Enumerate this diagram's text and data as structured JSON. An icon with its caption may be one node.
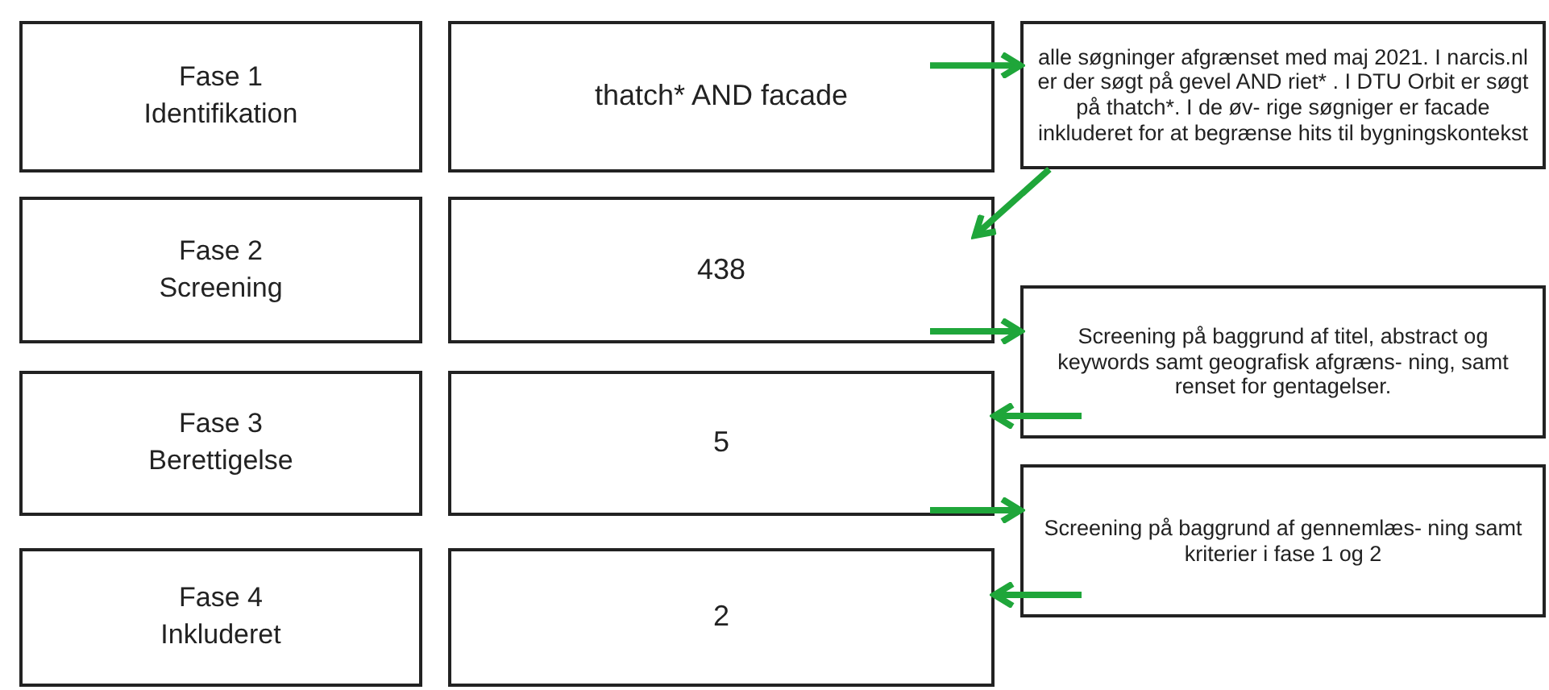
{
  "diagram": {
    "nodes": [
      {
        "text": [
          "Fase 1",
          "Identifikation"
        ]
      },
      {
        "text": [
          "thatch* AND facade"
        ]
      },
      {
        "text": [
          "Fase 2",
          "Screening"
        ]
      },
      {
        "text": [
          "438"
        ]
      },
      {
        "text": [
          "Fase 3",
          "Berettigelse"
        ]
      },
      {
        "text": [
          "5"
        ]
      },
      {
        "text": [
          "Fase 4",
          "Inkluderet"
        ]
      },
      {
        "text": [
          "2"
        ]
      },
      {
        "text": [
          "alle søgninger afgrænset med maj 2021. I narcis.nl er der søgt på gevel AND riet* . I DTU Orbit er søgt på thatch*. I de øv- rige søgniger er facade inkluderet for at begrænse hits til bygningskontekst"
        ]
      },
      {
        "text": [
          "Screening på baggrund af titel, abstract og keywords samt geografisk afgræns- ning, samt renset for gentagelser."
        ]
      },
      {
        "text": [
          "Screening på baggrund af gennemlæs- ning samt kriterier i fase 1 og 2"
        ]
      }
    ],
    "edges": [
      {
        "from": 1,
        "to": 8,
        "arrow": "to"
      },
      {
        "from": 8,
        "to": 3,
        "arrow": "to"
      },
      {
        "from": 3,
        "to": 9,
        "arrow": "to"
      },
      {
        "from": 9,
        "to": 5,
        "arrow": "to"
      },
      {
        "from": 5,
        "to": 10,
        "arrow": "to"
      },
      {
        "from": 10,
        "to": 7,
        "arrow": "to"
      }
    ]
  }
}
